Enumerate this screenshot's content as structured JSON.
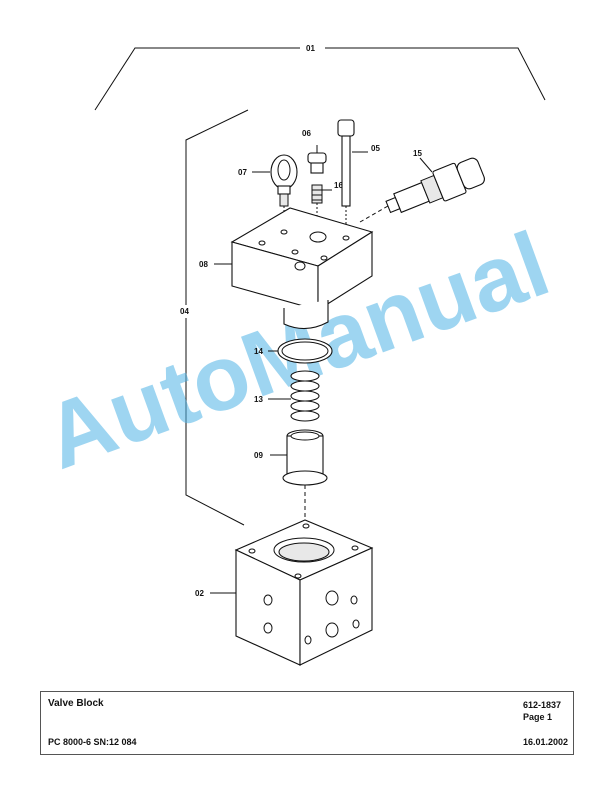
{
  "watermark": "AutoManual",
  "labels": {
    "l01": "01",
    "l02": "02",
    "l04": "04",
    "l05": "05",
    "l06": "06",
    "l07": "07",
    "l08": "08",
    "l09": "09",
    "l13": "13",
    "l14": "14",
    "l15": "15",
    "l16": "16"
  },
  "title_block": {
    "title": "Valve Block",
    "part_number": "612-1837",
    "page": "Page 1",
    "model": "PC 8000-6 SN:12 084",
    "date": "16.01.2002"
  }
}
